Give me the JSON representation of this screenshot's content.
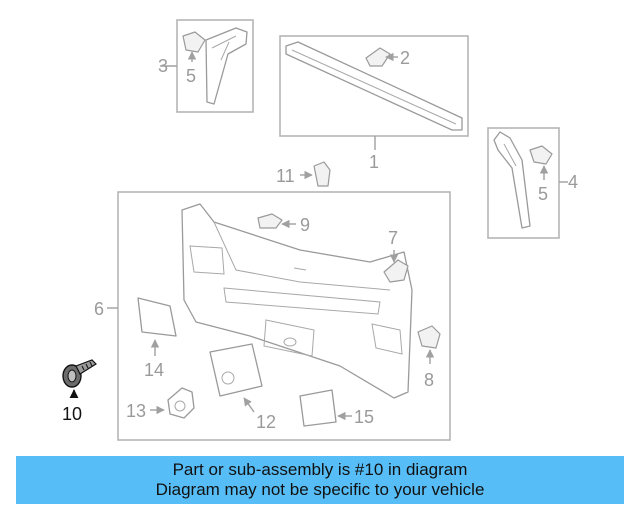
{
  "callouts": {
    "c1": "1",
    "c2": "2",
    "c3": "3",
    "c4": "4",
    "c5a": "5",
    "c5b": "5",
    "c6": "6",
    "c7": "7",
    "c8": "8",
    "c9": "9",
    "c10": "10",
    "c11": "11",
    "c12": "12",
    "c13": "13",
    "c14": "14",
    "c15": "15"
  },
  "banner": {
    "line1": "Part or sub-assembly is #10 in diagram",
    "line2": "Diagram may not be specific to your vehicle",
    "color": "#56bdf6"
  },
  "colors": {
    "linework": "#9a9a9a",
    "highlight_part": "#111111"
  }
}
